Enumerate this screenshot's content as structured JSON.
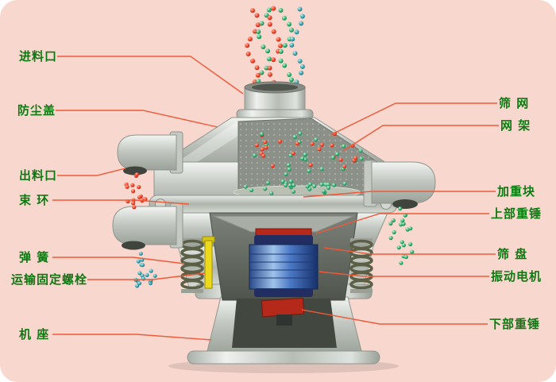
{
  "theme": {
    "bg": "#f8d7ce",
    "label_color": "#0c7a10",
    "line_color": "#ee5a38"
  },
  "labels": {
    "left": [
      {
        "id": "feed-inlet",
        "text": "进料口"
      },
      {
        "id": "dust-cover",
        "text": "防尘盖"
      },
      {
        "id": "discharge-outlet",
        "text": "出料口"
      },
      {
        "id": "clamp-ring",
        "text": "束 环"
      },
      {
        "id": "spring",
        "text": "弹 簧"
      },
      {
        "id": "transport-bolt",
        "text": "运输固定螺栓"
      },
      {
        "id": "machine-base",
        "text": "机 座"
      }
    ],
    "right": [
      {
        "id": "screen-mesh",
        "text": "筛 网"
      },
      {
        "id": "mesh-frame",
        "text": "网 架"
      },
      {
        "id": "weight-block",
        "text": "加重块"
      },
      {
        "id": "upper-hammer",
        "text": "上部重锤"
      },
      {
        "id": "sieve-tray",
        "text": "筛 盘"
      },
      {
        "id": "vibration-motor",
        "text": "振动电机"
      },
      {
        "id": "lower-hammer",
        "text": "下部重锤"
      }
    ]
  }
}
